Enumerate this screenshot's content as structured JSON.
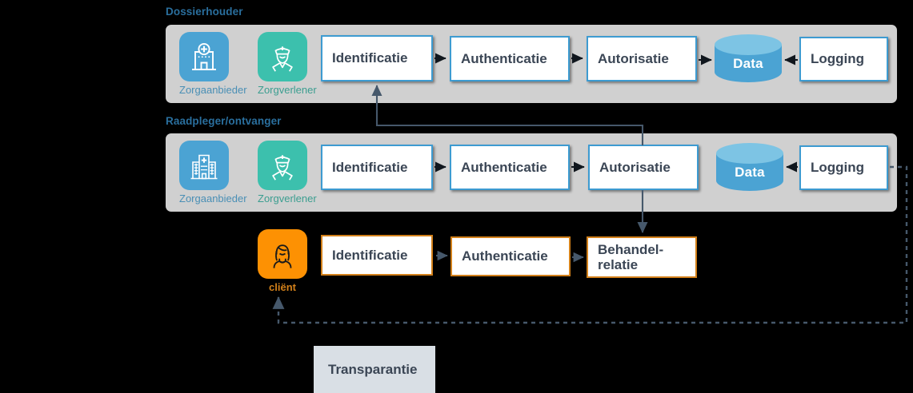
{
  "diagram": {
    "title": "Dossierhouder / Raadpleger-ontvanger gegevensuitwisseling",
    "colors": {
      "lane_bg": "#d0d0d0",
      "lane_title": "#2a6f9e",
      "box_border_blue": "#3d9bd1",
      "box_border_orange": "#d2801a",
      "box_text": "#3b4655",
      "tile_blue": "#4ba3d3",
      "tile_teal": "#3cc0ad",
      "tile_orange": "#fd9103",
      "data_cyl_body": "#4ba3d3",
      "data_cyl_top": "#7dc4e4",
      "transparantie_bg": "#d9dfe5",
      "connector": "#46586b",
      "connector_dark": "#10161d",
      "background": "#000000"
    }
  },
  "lanes": [
    {
      "id": "dossierhouder",
      "title": "Dossierhouder",
      "actors": [
        {
          "id": "zorgaanbieder-1",
          "label": "Zorgaanbieder",
          "icon": "hospital-icon",
          "tile_color": "#4ba3d3",
          "label_color": "#4a8fb5"
        },
        {
          "id": "zorgverlener-1",
          "label": "Zorgverlener",
          "icon": "nurse-icon",
          "tile_color": "#3cc0ad",
          "label_color": "#3b9e90"
        }
      ],
      "steps": [
        {
          "id": "identificatie-1",
          "label": "Identificatie"
        },
        {
          "id": "authenticatie-1",
          "label": "Authenticatie"
        },
        {
          "id": "autorisatie-1",
          "label": "Autorisatie"
        }
      ],
      "store": {
        "id": "data-1",
        "label": "Data"
      },
      "logging": {
        "id": "logging-1",
        "label": "Logging"
      }
    },
    {
      "id": "raadpleger-ontvanger",
      "title": "Raadpleger/ontvanger",
      "actors": [
        {
          "id": "zorgaanbieder-2",
          "label": "Zorgaanbieder",
          "icon": "hospital-tall-icon",
          "tile_color": "#4ba3d3",
          "label_color": "#4a8fb5"
        },
        {
          "id": "zorgverlener-2",
          "label": "Zorgverlener",
          "icon": "nurse-icon",
          "tile_color": "#3cc0ad",
          "label_color": "#3b9e90"
        }
      ],
      "steps": [
        {
          "id": "identificatie-2",
          "label": "Identificatie"
        },
        {
          "id": "authenticatie-2",
          "label": "Authenticatie"
        },
        {
          "id": "autorisatie-2",
          "label": "Autorisatie"
        }
      ],
      "store": {
        "id": "data-2",
        "label": "Data"
      },
      "logging": {
        "id": "logging-2",
        "label": "Logging"
      }
    }
  ],
  "client_row": {
    "actor": {
      "id": "client",
      "label": "cliënt",
      "icon": "person-icon",
      "tile_color": "#fd9103",
      "label_color": "#d2801a"
    },
    "steps": [
      {
        "id": "identificatie-3",
        "label": "Identificatie"
      },
      {
        "id": "authenticatie-3",
        "label": "Authenticatie"
      },
      {
        "id": "behandelrelatie",
        "label": "Behandel-\nrelatie",
        "line1": "Behandel-",
        "line2": "relatie"
      }
    ]
  },
  "transparantie": {
    "id": "transparantie",
    "label": "Transparantie"
  }
}
